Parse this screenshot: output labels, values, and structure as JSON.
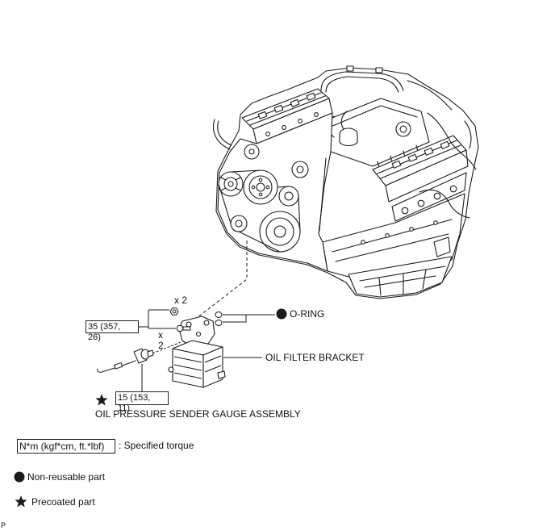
{
  "diagram": {
    "top_bolt_quantity": "x 2",
    "lower_bolt_quantity": "x 2",
    "bracket_bolt_torque": "35 (357, 26)",
    "sender_torque": "15 (153, 11)",
    "o_ring_label": "O-RING",
    "oil_filter_bracket_label": "OIL FILTER BRACKET",
    "sender_gauge_label": "OIL PRESSURE SENDER GAUGE ASSEMBLY"
  },
  "legend": {
    "torque_units": "N*m (kgf*cm, ft.*lbf)",
    "torque_description": ": Specified torque",
    "non_reusable_icon": "filled-circle-icon",
    "non_reusable_label": "Non-reusable part",
    "precoated_icon": "star-icon",
    "precoated_label": "Precoated part"
  },
  "footer": {
    "code": "P"
  },
  "colors": {
    "ink": "#1b1b1b",
    "background": "#ffffff"
  }
}
